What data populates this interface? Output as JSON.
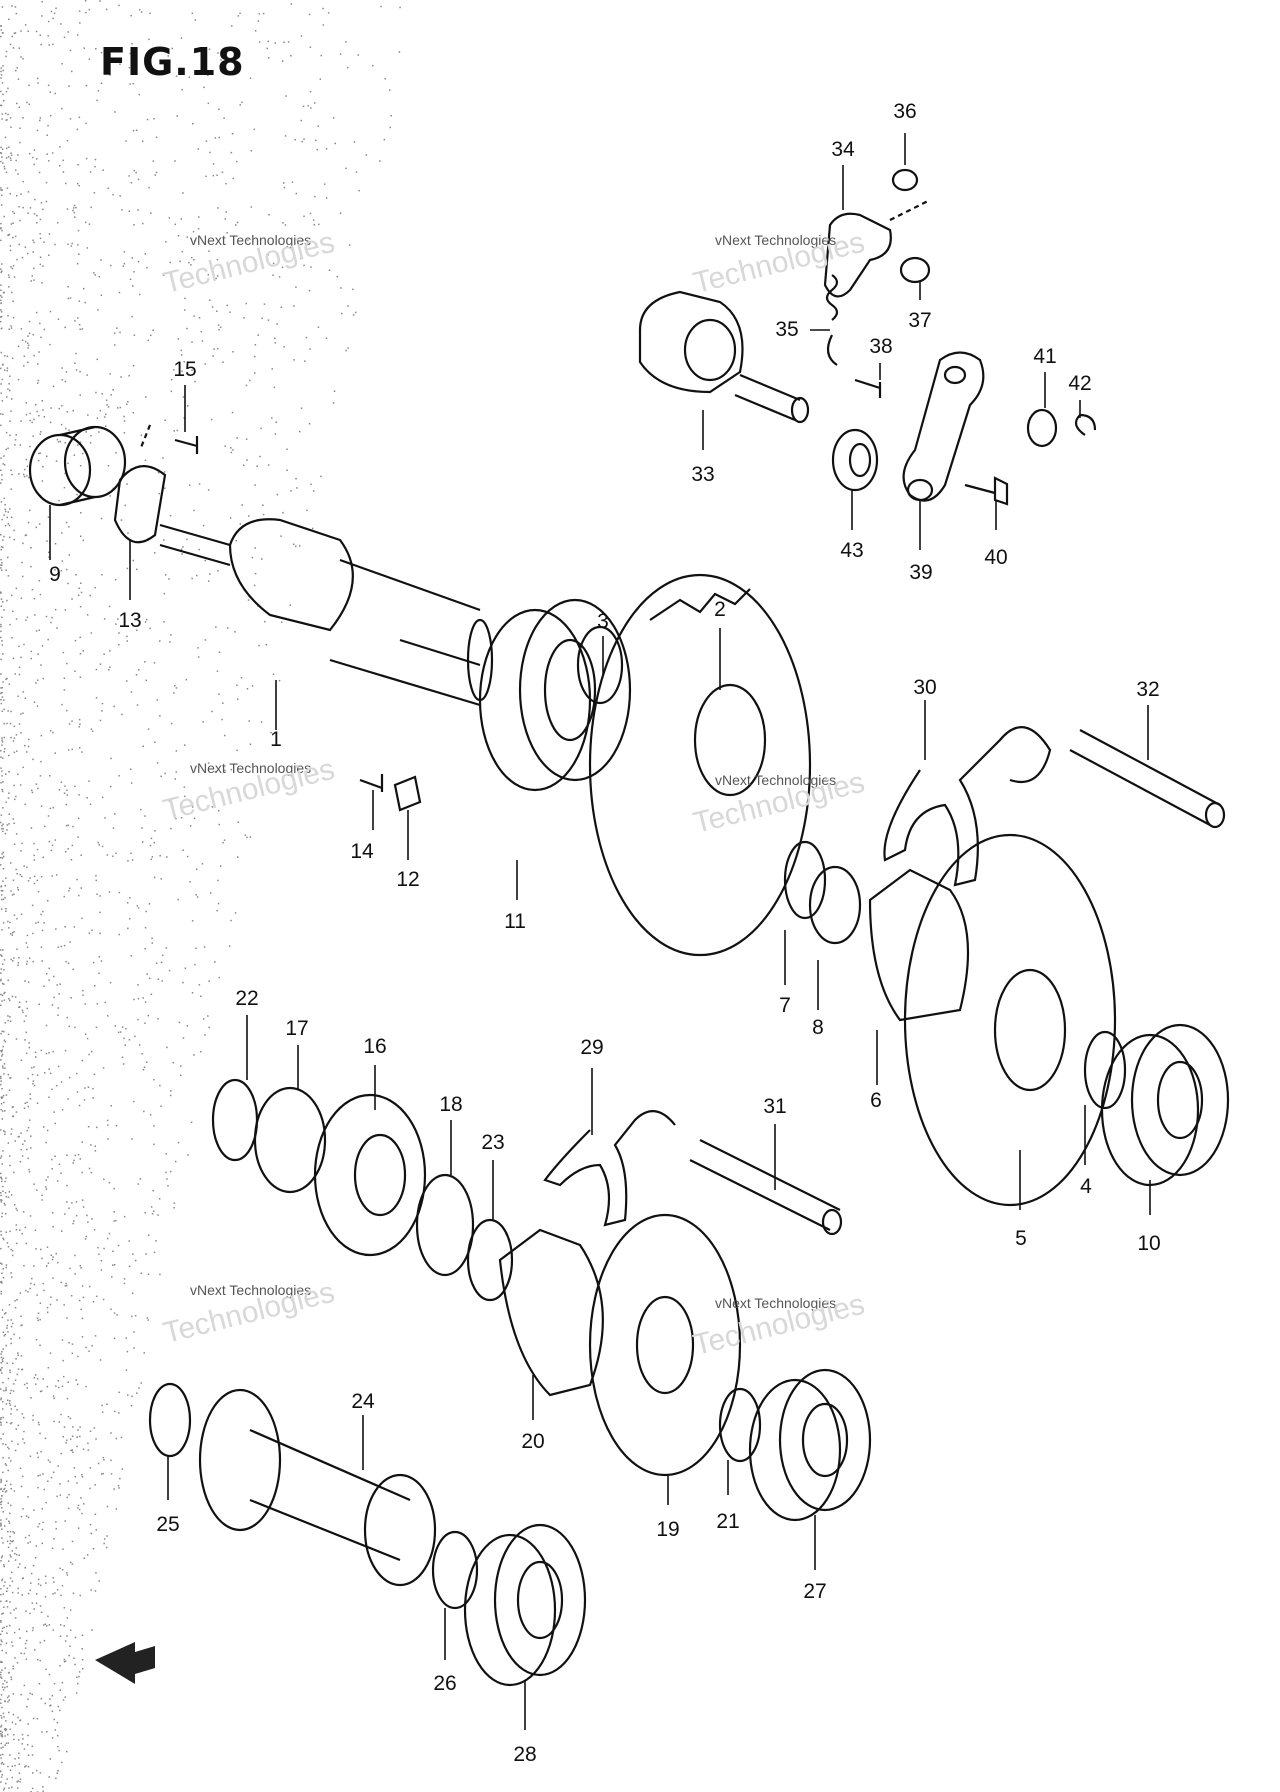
{
  "figure": {
    "title": "FIG.18"
  },
  "watermark": {
    "text": "vNext Technologies",
    "big_word": "Technologies"
  },
  "callouts": [
    "36",
    "34",
    "37",
    "35",
    "38",
    "41",
    "42",
    "33",
    "43",
    "39",
    "40",
    "15",
    "9",
    "13",
    "3",
    "2",
    "30",
    "32",
    "14",
    "12",
    "11",
    "7",
    "8",
    "6",
    "22",
    "17",
    "16",
    "18",
    "23",
    "29",
    "31",
    "4",
    "5",
    "10",
    "24",
    "20",
    "25",
    "19",
    "21",
    "27",
    "26",
    "28",
    "1"
  ]
}
